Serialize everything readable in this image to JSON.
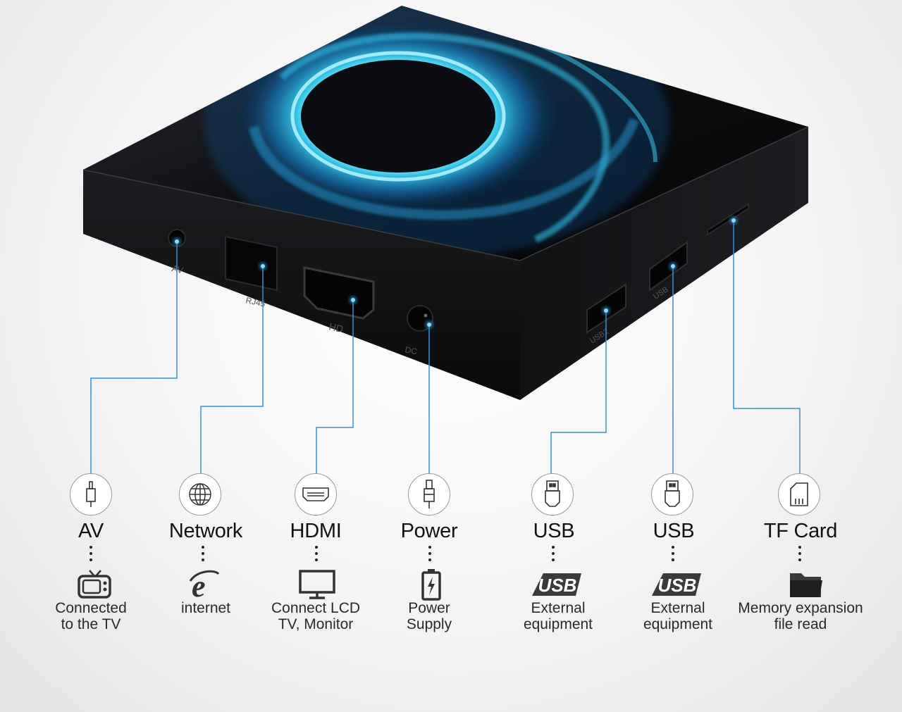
{
  "accent_color": "#2f9cdc",
  "connector_color": "#3a8fcf",
  "device": {
    "port_labels": [
      "AV",
      "RJ45",
      "HD",
      "DC",
      "USB2",
      "USB"
    ]
  },
  "ports": [
    {
      "title": "AV",
      "icon": "audio-jack-icon",
      "use_icon": "tv-icon",
      "desc": [
        "Connected",
        "to the TV"
      ]
    },
    {
      "title": "Network",
      "icon": "globe-icon",
      "use_icon": "internet-explorer-icon",
      "desc": [
        "internet"
      ]
    },
    {
      "title": "HDMI",
      "icon": "hdmi-port-icon",
      "use_icon": "monitor-icon",
      "desc": [
        "Connect LCD",
        "TV, Monitor"
      ]
    },
    {
      "title": "Power",
      "icon": "power-plug-icon",
      "use_icon": "battery-icon",
      "desc": [
        "Power",
        "Supply"
      ]
    },
    {
      "title": "USB",
      "icon": "usb-plug-icon",
      "use_icon": "usb-logo-icon",
      "use_text": "USB",
      "desc": [
        "External",
        "equipment"
      ]
    },
    {
      "title": "USB",
      "icon": "usb-plug-icon",
      "use_icon": "usb-logo-icon",
      "use_text": "USB",
      "desc": [
        "External",
        "equipment"
      ]
    },
    {
      "title": "TF Card",
      "icon": "sd-card-icon",
      "use_icon": "folder-icon",
      "desc": [
        "Memory expansion",
        "file read"
      ]
    }
  ]
}
